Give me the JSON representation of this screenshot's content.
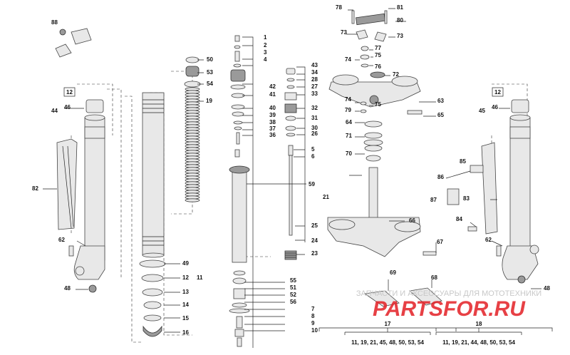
{
  "callouts": [
    {
      "id": "c1",
      "label": "1"
    },
    {
      "id": "c2",
      "label": "2"
    },
    {
      "id": "c3",
      "label": "3"
    },
    {
      "id": "c4",
      "label": "4"
    },
    {
      "id": "c5",
      "label": "5"
    },
    {
      "id": "c6",
      "label": "6"
    },
    {
      "id": "c7",
      "label": "7"
    },
    {
      "id": "c8",
      "label": "8"
    },
    {
      "id": "c9",
      "label": "9"
    },
    {
      "id": "c10",
      "label": "10"
    },
    {
      "id": "c11",
      "label": "11"
    },
    {
      "id": "c12a",
      "label": "12"
    },
    {
      "id": "c12b",
      "label": "12"
    },
    {
      "id": "c12c",
      "label": "12"
    },
    {
      "id": "c13",
      "label": "13"
    },
    {
      "id": "c14",
      "label": "14"
    },
    {
      "id": "c15",
      "label": "15"
    },
    {
      "id": "c16",
      "label": "16"
    },
    {
      "id": "c17",
      "label": "17"
    },
    {
      "id": "c18",
      "label": "18"
    },
    {
      "id": "c19",
      "label": "19"
    },
    {
      "id": "c21",
      "label": "21"
    },
    {
      "id": "c23",
      "label": "23"
    },
    {
      "id": "c24",
      "label": "24"
    },
    {
      "id": "c25",
      "label": "25"
    },
    {
      "id": "c26",
      "label": "26"
    },
    {
      "id": "c27",
      "label": "27"
    },
    {
      "id": "c28",
      "label": "28"
    },
    {
      "id": "c30",
      "label": "30"
    },
    {
      "id": "c31",
      "label": "31"
    },
    {
      "id": "c32",
      "label": "32"
    },
    {
      "id": "c33",
      "label": "33"
    },
    {
      "id": "c34",
      "label": "34"
    },
    {
      "id": "c36",
      "label": "36"
    },
    {
      "id": "c37",
      "label": "37"
    },
    {
      "id": "c38",
      "label": "38"
    },
    {
      "id": "c39",
      "label": "39"
    },
    {
      "id": "c40",
      "label": "40"
    },
    {
      "id": "c41",
      "label": "41"
    },
    {
      "id": "c42",
      "label": "42"
    },
    {
      "id": "c43",
      "label": "43"
    },
    {
      "id": "c44",
      "label": "44"
    },
    {
      "id": "c45",
      "label": "45"
    },
    {
      "id": "c46a",
      "label": "46"
    },
    {
      "id": "c46b",
      "label": "46"
    },
    {
      "id": "c48a",
      "label": "48"
    },
    {
      "id": "c48b",
      "label": "48"
    },
    {
      "id": "c49",
      "label": "49"
    },
    {
      "id": "c50",
      "label": "50"
    },
    {
      "id": "c51",
      "label": "51"
    },
    {
      "id": "c52",
      "label": "52"
    },
    {
      "id": "c53",
      "label": "53"
    },
    {
      "id": "c54",
      "label": "54"
    },
    {
      "id": "c55",
      "label": "55"
    },
    {
      "id": "c56",
      "label": "56"
    },
    {
      "id": "c59",
      "label": "59"
    },
    {
      "id": "c62a",
      "label": "62"
    },
    {
      "id": "c62b",
      "label": "62"
    },
    {
      "id": "c63",
      "label": "63"
    },
    {
      "id": "c64",
      "label": "64"
    },
    {
      "id": "c65",
      "label": "65"
    },
    {
      "id": "c66",
      "label": "66"
    },
    {
      "id": "c67",
      "label": "67"
    },
    {
      "id": "c68",
      "label": "68"
    },
    {
      "id": "c69",
      "label": "69"
    },
    {
      "id": "c70",
      "label": "70"
    },
    {
      "id": "c71",
      "label": "71"
    },
    {
      "id": "c72",
      "label": "72"
    },
    {
      "id": "c73a",
      "label": "73"
    },
    {
      "id": "c73b",
      "label": "73"
    },
    {
      "id": "c74a",
      "label": "74"
    },
    {
      "id": "c74b",
      "label": "74"
    },
    {
      "id": "c75a",
      "label": "75"
    },
    {
      "id": "c75b",
      "label": "75"
    },
    {
      "id": "c76",
      "label": "76"
    },
    {
      "id": "c77",
      "label": "77"
    },
    {
      "id": "c78",
      "label": "78"
    },
    {
      "id": "c79",
      "label": "79"
    },
    {
      "id": "c80",
      "label": "80"
    },
    {
      "id": "c81",
      "label": "81"
    },
    {
      "id": "c82",
      "label": "82"
    },
    {
      "id": "c83",
      "label": "83"
    },
    {
      "id": "c84",
      "label": "84"
    },
    {
      "id": "c85",
      "label": "85"
    },
    {
      "id": "c86",
      "label": "86"
    },
    {
      "id": "c87",
      "label": "87"
    },
    {
      "id": "c88",
      "label": "88"
    }
  ],
  "kits": {
    "kit17": {
      "label": "17",
      "contents": "11, 19, 21, 45, 48, 50, 53, 54"
    },
    "kit18": {
      "label": "18",
      "contents": "11, 19, 21, 44, 48, 50, 53, 54"
    }
  },
  "watermark": {
    "tagline": "ЗАПЧАСТИ И АКСЕССУАРЫ ДЛЯ МОТОТЕХНИКИ",
    "logo": "PARTSFOR.RU",
    "logo_color": "#e31e24"
  }
}
